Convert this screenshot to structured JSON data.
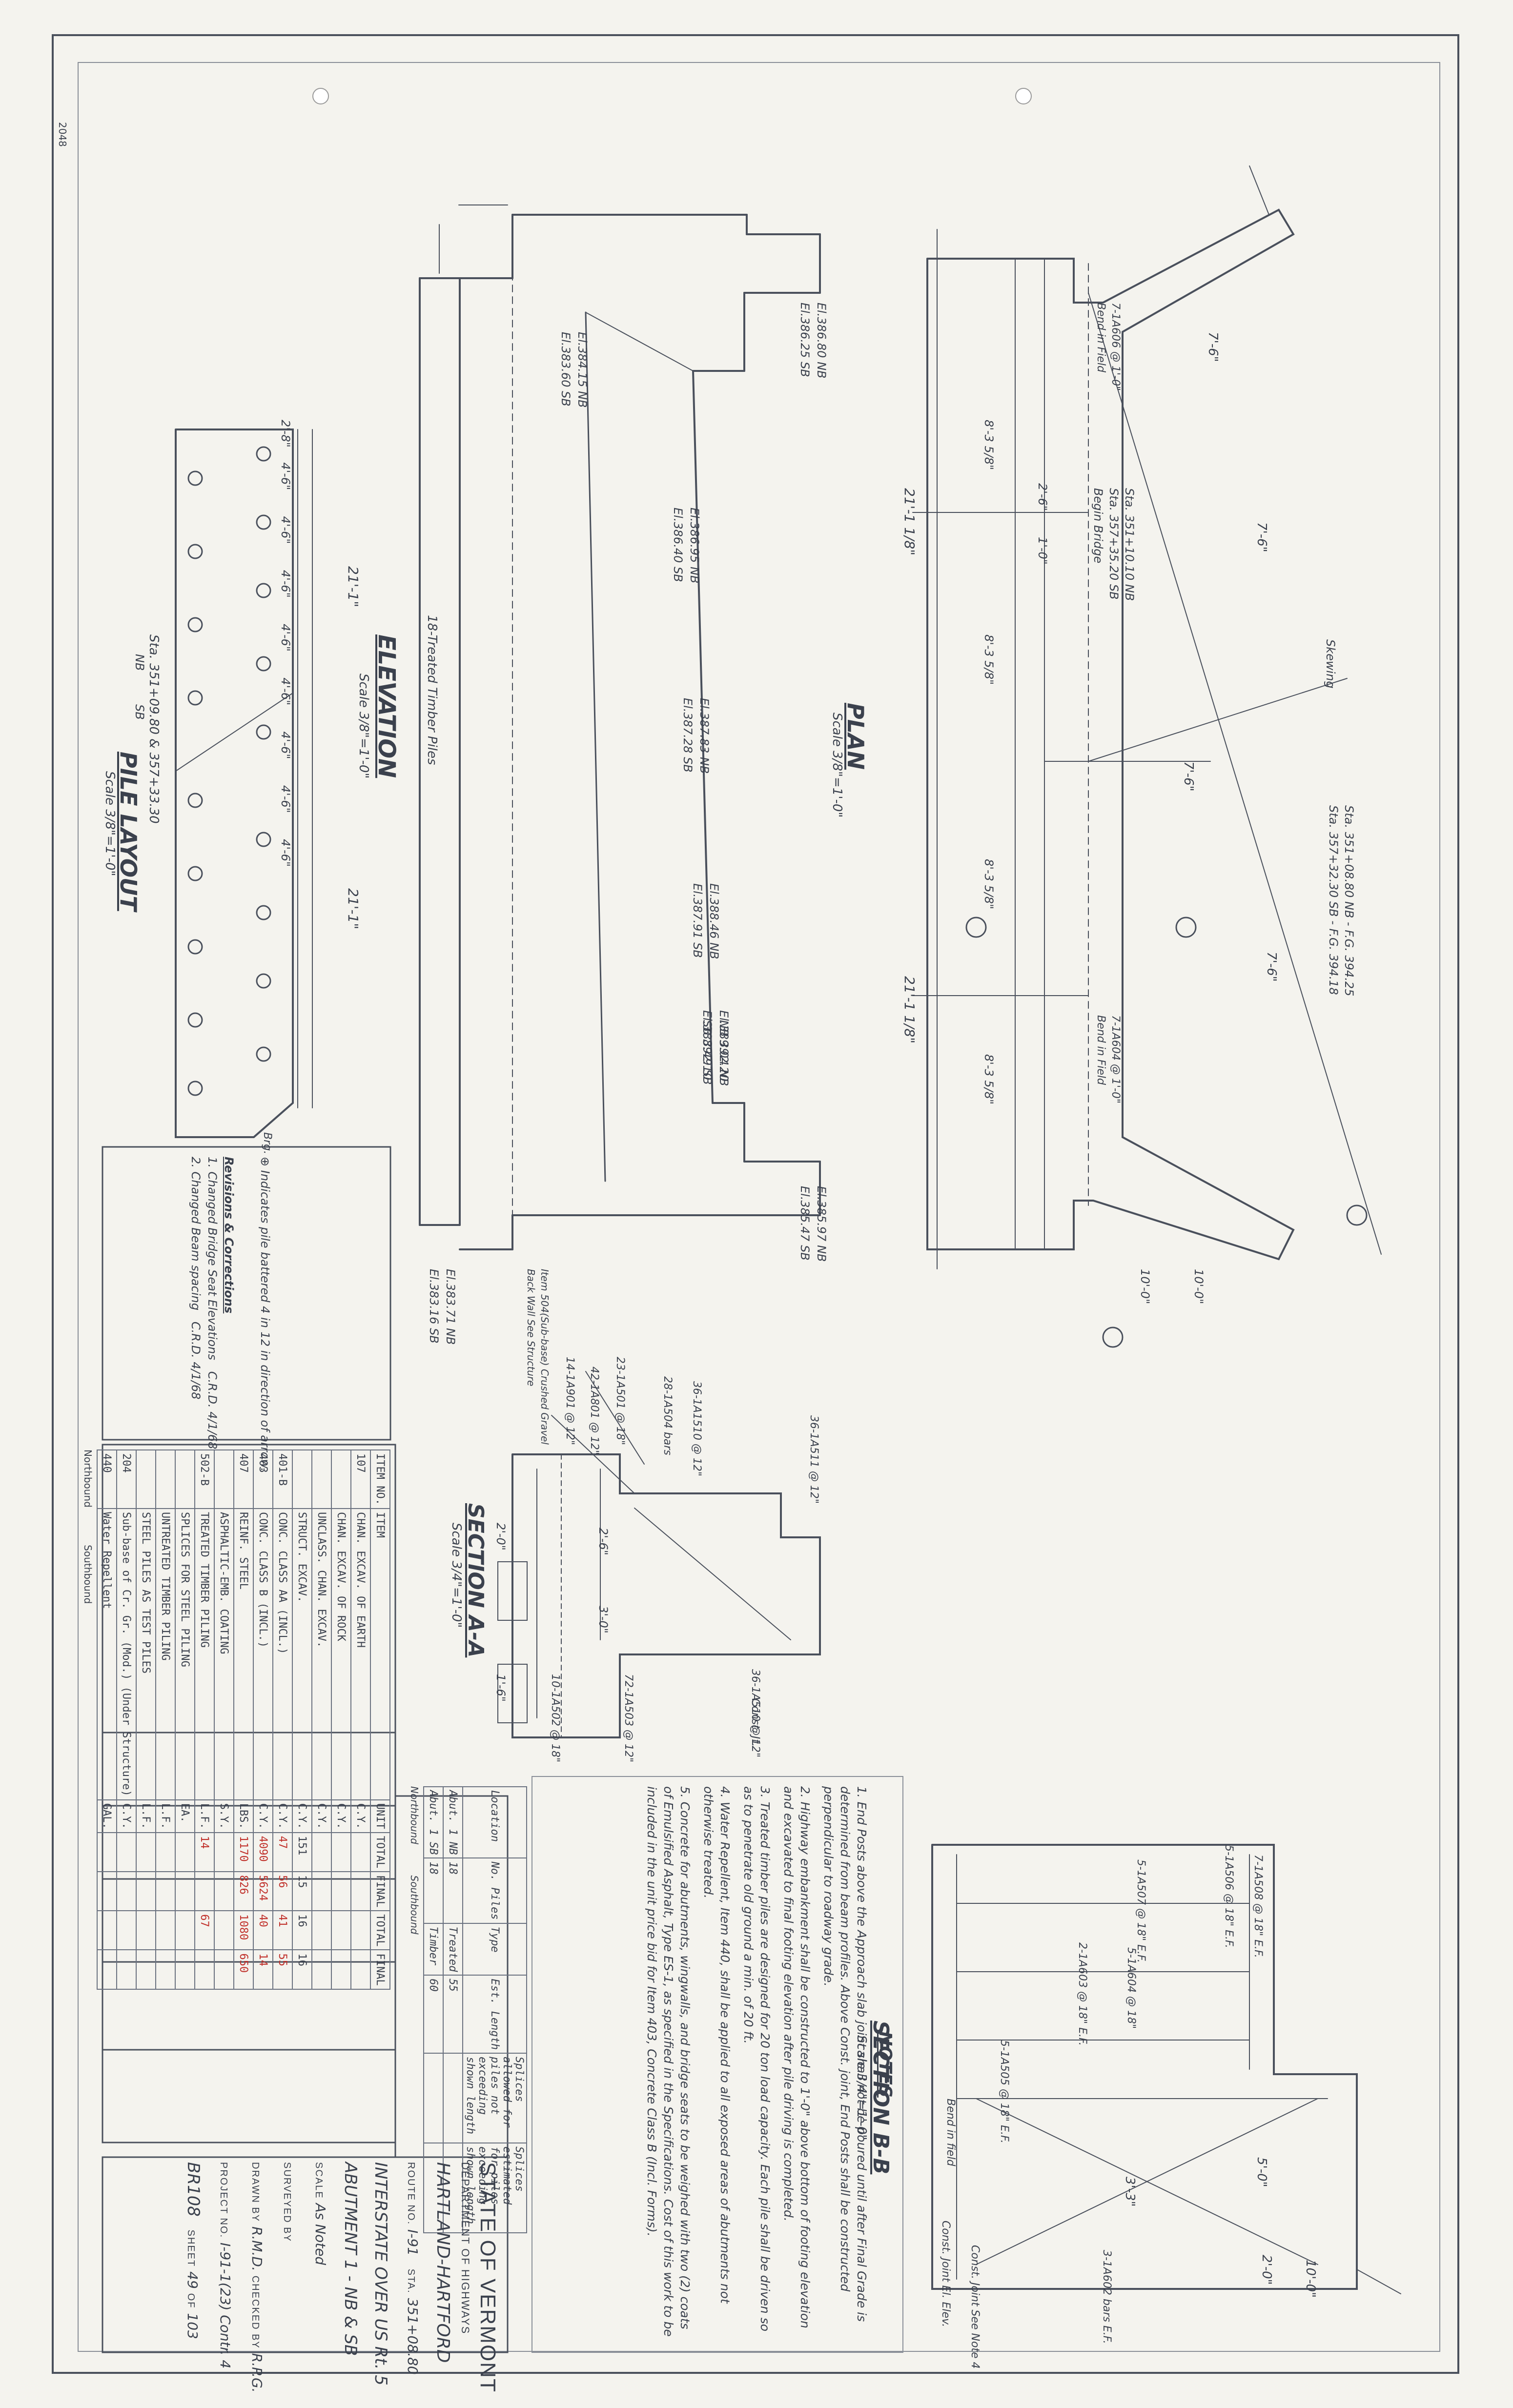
{
  "sheet_id": "2048",
  "views": {
    "elevation_title": "ELEVATION",
    "elevation_scale": "Scale 3/8\"=1'-0\"",
    "pile_layout_title": "PILE LAYOUT",
    "pile_layout_scale": "Scale 3/8\"=1'-0\"",
    "pile_layout_sta": "Sta. 351+09.80 & 357+33.30",
    "plan_title": "PLAN",
    "plan_scale": "Scale 3/8\"=1'-0\"",
    "section_aa_title": "SECTION A-A",
    "section_aa_scale": "Scale 3/4\"=1'-0\"",
    "section_bb_title": "SECTION B-B",
    "section_bb_scale": "Scale 3/4\"=1'-0\""
  },
  "elevation_labels": [
    "El.386.80 NB",
    "El.386.25 SB",
    "El.384.15 NB",
    "El.383.60 SB",
    "El.386.95 NB",
    "El.386.40 SB",
    "El.387.83 NB",
    "El.387.28 SB",
    "El.388.46 NB",
    "El.387.91 SB",
    "El.389.04 NB",
    "El.388.49 SB",
    "El.383.71 NB",
    "El.383.16 SB",
    "El.385.97 NB",
    "El.385.47 SB",
    "18-Treated Timber Piles",
    "NB 392.20",
    "SB 392.10"
  ],
  "pile_labels": {
    "spacings": [
      "2'-8\"",
      "4'-6\"",
      "4'-6\"",
      "4'-6\"",
      "4'-6\"",
      "4'-6\"",
      "4'-6\"",
      "4'-6\"",
      "4'-6\""
    ],
    "total_left": "21'-1\"",
    "total_right": "21'-1\"",
    "nb_sb": [
      "NB",
      "SB"
    ],
    "bearing_note": "Brg."
  },
  "plan_labels": [
    "Sta. 351+10.10 NB",
    "Sta. 357+35.20 SB",
    "Begin Bridge",
    "Sta. 351+08.80 NB - F.G. 394.25",
    "Sta. 357+32.30 SB - F.G. 394.18",
    "7-1A606 @ 1'-0\"",
    "Bend in Field",
    "7-1A604 @ 1'-0\"",
    "Bend in Field",
    "Skewing",
    "21'-1 1/8\"",
    "21'-1 1/8\"",
    "7'-6\"",
    "7'-6\"",
    "7'-6\"",
    "7'-6\"",
    "8'-3 5/8\"",
    "8'-3 5/8\"",
    "8'-3 5/8\"",
    "8'-3 5/8\"",
    "2'-6\"",
    "1'-0\"",
    "10'-0\"",
    "10'-0\""
  ],
  "section_aa_labels": [
    "23-1A501 @ 18\"",
    "42-1A801 @ 12\"",
    "14-1A901 @ 12\"",
    "36-1A1510 @ 12\"",
    "28-1A504 bars",
    "36-1A511 @ 12\"",
    "36-1A510 @ 12\"",
    "72-1A503 @ 12\"",
    "10-1A502 @ 18\"",
    "Const. Jt.",
    "Item 504(Sub-base) Crushed Gravel",
    "Back Wall See Structure",
    "2'-6\"",
    "3'-0\"",
    "2'-0\"",
    "1'-6\""
  ],
  "section_bb_labels": [
    "7-1A508 @ 18\" E.F.",
    "5-1A506 @ 18\" E.F.",
    "5-1A507 @ 18\" E.F.",
    "5-1A604 @ 18\"",
    "2-1A603 @ 18\" E.F.",
    "5-1A505 @ 18\" E.F.",
    "3-1A602 bars E.F.",
    "Bend in field",
    "Const. Joint El. Elev.",
    "Const. Joint See Note 4",
    "10'-0\"",
    "5'-0\"",
    "3'-3\"",
    "2'-0\""
  ],
  "notes": {
    "title": "NOTES",
    "items": [
      "1. End Posts above the Approach slab joint shall not be poured until after Final Grade is determined from beam profiles. Above Const. joint, End Posts shall be constructed perpendicular to roadway grade.",
      "2. Highway embankment shall be constructed to 1'-0\" above bottom of footing elevation and excavated to final footing elevation after pile driving is completed.",
      "3. Treated timber piles are designed for 20 ton load capacity. Each pile shall be driven so as to penetrate old ground a min. of 20 ft.",
      "4. Water Repellent, Item 440, shall be applied to all exposed areas of abutments not otherwise treated.",
      "5. Concrete for abutments, wingwalls, and bridge seats to be weighed with two (2) coats of Emulsified Asphalt, Type ES-1, as specified in the Specifications. Cost of this work to be included in the unit price bid for Item 403, Concrete Class B (Incl. Forms)."
    ]
  },
  "pile_table": {
    "headers": [
      "Location",
      "No. Piles",
      "Type",
      "Est. Length",
      "Splices allowed for piles not exceeding shown length",
      "Splices estimated for piles exceeding shown length"
    ],
    "rows": [
      [
        "Abut. 1 NB",
        "18",
        "Treated",
        "55",
        "",
        ""
      ],
      [
        "Abut. 1 SB",
        "18",
        "Timber",
        "60",
        "",
        ""
      ]
    ],
    "group_labels": [
      "Northbound",
      "Southbound"
    ]
  },
  "quantities": {
    "headers": [
      "ITEM NO.",
      "ITEM",
      "UNIT",
      "TOTAL",
      "FINAL",
      "TOTAL",
      "FINAL"
    ],
    "rows": [
      [
        "107",
        "CHAN. EXCAV. OF EARTH",
        "C.Y.",
        "",
        "",
        "",
        ""
      ],
      [
        "",
        "CHAN. EXCAV. OF ROCK",
        "C.Y.",
        "",
        "",
        "",
        ""
      ],
      [
        "",
        "UNCLASS. CHAN. EXCAV.",
        "C.Y.",
        "",
        "",
        "",
        ""
      ],
      [
        "",
        "STRUCT. EXCAV.",
        "C.Y.",
        "151",
        "15",
        "16",
        "16"
      ],
      [
        "401-B",
        "CONC. CLASS AA (INCL.)",
        "C.Y.",
        "",
        "",
        "",
        ""
      ],
      [
        "403",
        "CONC. CLASS B (INCL.)",
        "C.Y.",
        "",
        "",
        "",
        ""
      ],
      [
        "407",
        "REINF. STEEL",
        "LBS.",
        "",
        "",
        "",
        ""
      ],
      [
        "",
        "ASPHALTIC-EMB. COATING",
        "S.Y.",
        "",
        "",
        "",
        ""
      ],
      [
        "502-B",
        "TREATED TIMBER PILING",
        "L.F.",
        "",
        "",
        "",
        ""
      ],
      [
        "",
        "SPLICES FOR STEEL PILING",
        "EA.",
        "",
        "",
        "",
        ""
      ],
      [
        "",
        "UNTREATED TIMBER PILING",
        "L.F.",
        "",
        "",
        "",
        ""
      ],
      [
        "",
        "STEEL PILES AS TEST PILES",
        "L.F.",
        "",
        "",
        "",
        ""
      ],
      [
        "204",
        "Sub-base of Cr. Gr. (Mod.) (Under Structure)",
        "C.Y.",
        "",
        "",
        "",
        ""
      ],
      [
        "440",
        "Water Repellent",
        "GAL.",
        "",
        "",
        "",
        ""
      ]
    ],
    "red_values": [
      "47",
      "56",
      "4090",
      "5624",
      "1170",
      "826",
      "1080",
      "650",
      "41",
      "55",
      "14",
      "67",
      "40",
      "14"
    ],
    "group_labels": [
      "Northbound",
      "Southbound"
    ]
  },
  "revisions": {
    "title": "Revisions & Corrections",
    "items": [
      "1. Changed Bridge Seat Elevations",
      "2. Changed Beam spacing"
    ],
    "dates": [
      "4/1/68",
      "4/1/68"
    ],
    "initials": [
      "C.R.D.",
      "C.R.D."
    ],
    "legend": "Indicates pile battered 4 in 12 in direction of arrow."
  },
  "title_block": {
    "state": "STATE OF VERMONT",
    "department": "DEPARTMENT OF HIGHWAYS",
    "town": "HARTLAND-HARTFORD",
    "route_label": "ROUTE NO.",
    "route": "I-91",
    "sta_label": "STA.",
    "sta": "351+08.80",
    "project_title": "INTERSTATE OVER US Rt. 5",
    "drawing_title": "ABUTMENT 1 - NB & SB",
    "scale_label": "SCALE",
    "scale": "As Noted",
    "surveyed_label": "SURVEYED BY",
    "drawn_label": "DRAWN BY",
    "drawn": "R.M.D.",
    "checked_label": "CHECKED BY",
    "checked": "R.P.G.",
    "project_label": "PROJECT NO.",
    "project": "I-91-1(23) Contr. 4",
    "sheet_label": "SHEET",
    "sheet": "49",
    "of_label": "OF",
    "of": "103",
    "br_no": "BR108"
  },
  "colors": {
    "paper": "#f4f3ee",
    "ink": "#3a3f4a",
    "red_ink": "#c0302a"
  }
}
